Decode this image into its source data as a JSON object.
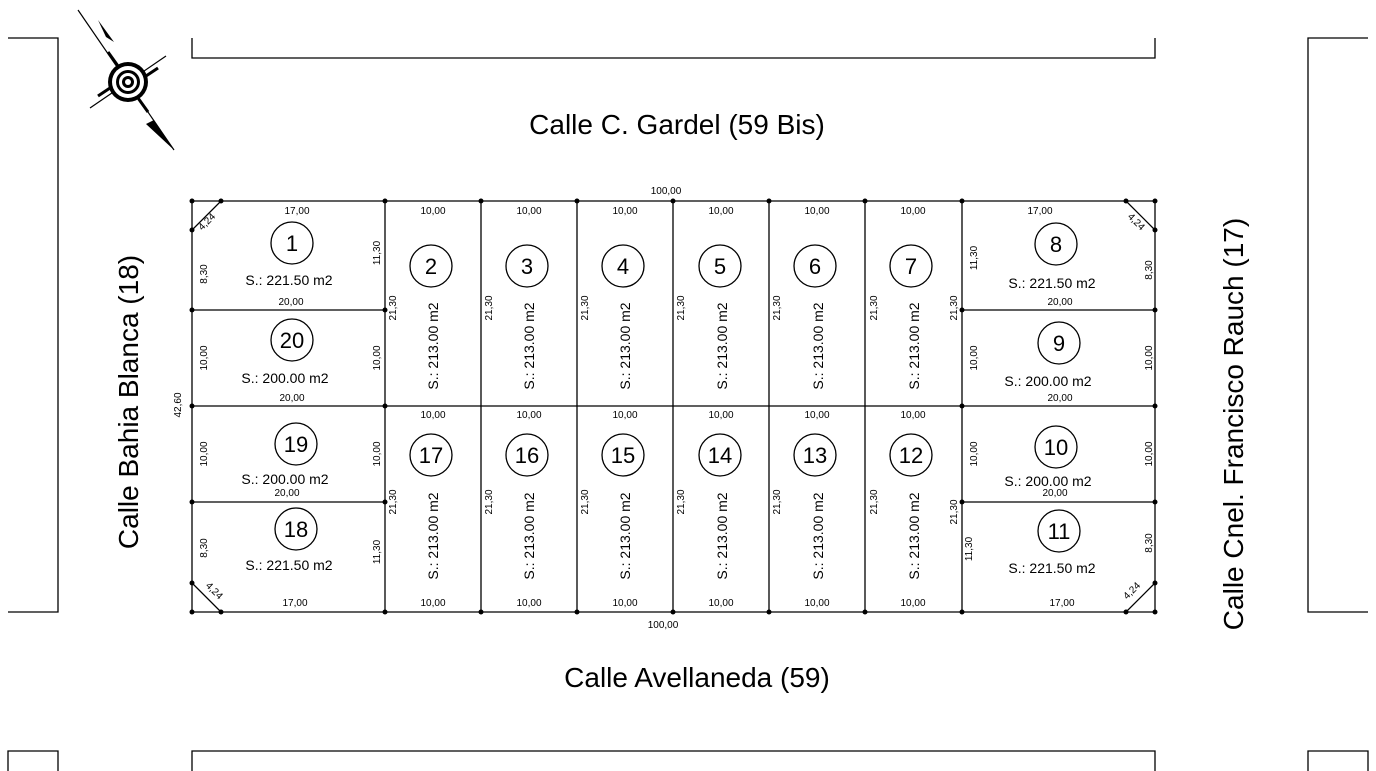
{
  "streets": {
    "top": "Calle C. Gardel (59 Bis)",
    "bottom": "Calle Avellaneda (59)",
    "left": "Calle Bahia Blanca (18)",
    "right": "Calle Cnel. Francisco Rauch (17)"
  },
  "dimensions": {
    "total_width_top": "100,00",
    "total_width_bottom": "100,00",
    "total_depth": "42,60",
    "chamfer": "4,24",
    "corner_front": "17,00",
    "corner_side": "8,30",
    "corner_depth": "11,30",
    "side_width": "20,00",
    "side_depth": "10,00",
    "mid_width": "10,00",
    "mid_depth": "21,30"
  },
  "lots": [
    {
      "number": "1",
      "area": "S.: 221.50 m2"
    },
    {
      "number": "2",
      "area": "S.: 213.00 m2"
    },
    {
      "number": "3",
      "area": "S.: 213.00 m2"
    },
    {
      "number": "4",
      "area": "S.: 213.00 m2"
    },
    {
      "number": "5",
      "area": "S.: 213.00 m2"
    },
    {
      "number": "6",
      "area": "S.: 213.00 m2"
    },
    {
      "number": "7",
      "area": "S.: 213.00 m2"
    },
    {
      "number": "8",
      "area": "S.: 221.50 m2"
    },
    {
      "number": "9",
      "area": "S.: 200.00 m2"
    },
    {
      "number": "10",
      "area": "S.: 200.00 m2"
    },
    {
      "number": "11",
      "area": "S.: 221.50 m2"
    },
    {
      "number": "12",
      "area": "S.: 213.00 m2"
    },
    {
      "number": "13",
      "area": "S.: 213.00 m2"
    },
    {
      "number": "14",
      "area": "S.: 213.00 m2"
    },
    {
      "number": "15",
      "area": "S.: 213.00 m2"
    },
    {
      "number": "16",
      "area": "S.: 213.00 m2"
    },
    {
      "number": "17",
      "area": "S.: 213.00 m2"
    },
    {
      "number": "18",
      "area": "S.: 221.50 m2"
    },
    {
      "number": "19",
      "area": "S.: 200.00 m2"
    },
    {
      "number": "20",
      "area": "S.: 200.00 m2"
    }
  ],
  "icons": {
    "compass": "compass-rose-icon"
  }
}
